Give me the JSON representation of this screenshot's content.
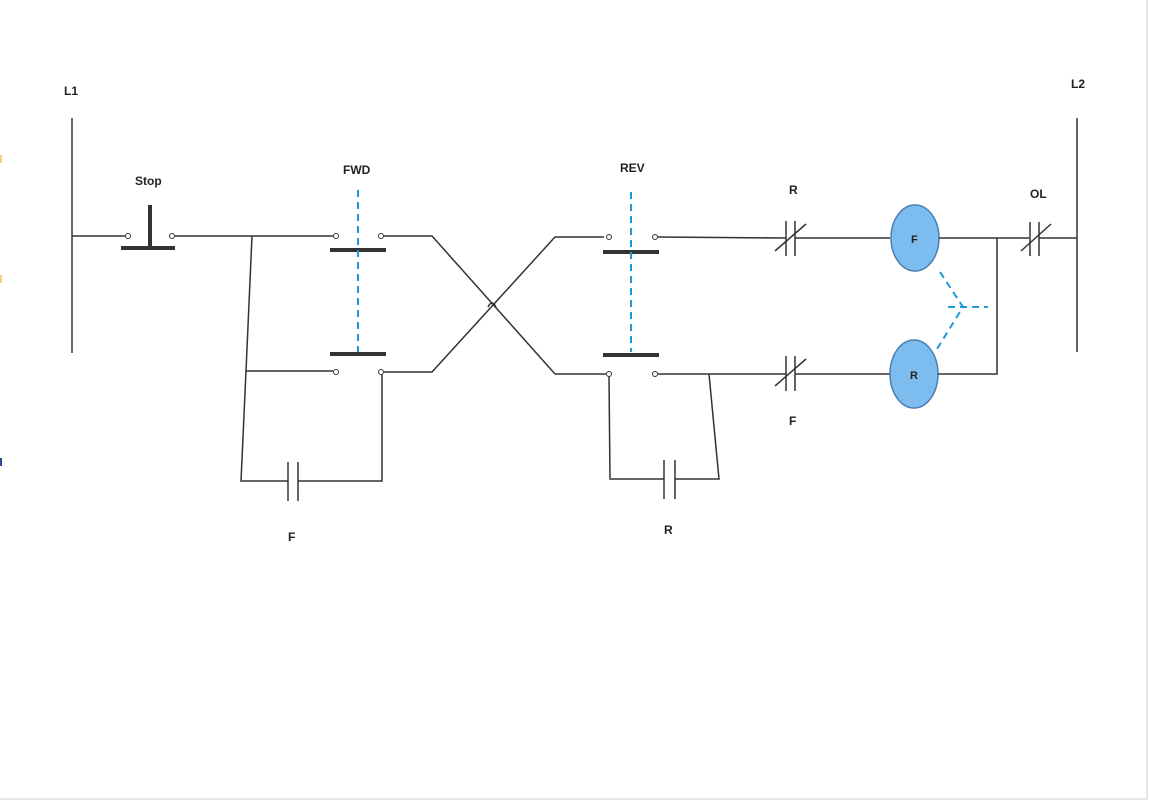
{
  "diagram": {
    "rails": {
      "left": "L1",
      "right": "L2"
    },
    "buttons": {
      "stop": "Stop",
      "forward": "FWD",
      "reverse": "REV"
    },
    "contacts": {
      "interlock_top": "R",
      "interlock_bottom": "F",
      "overload": "OL",
      "seal_in_forward": "F",
      "seal_in_reverse": "R"
    },
    "coils": {
      "forward": "F",
      "reverse": "R"
    },
    "colors": {
      "coil_fill": "#7cbcef",
      "mechanical_link": "#1c9ad6",
      "wire": "#333333"
    }
  }
}
